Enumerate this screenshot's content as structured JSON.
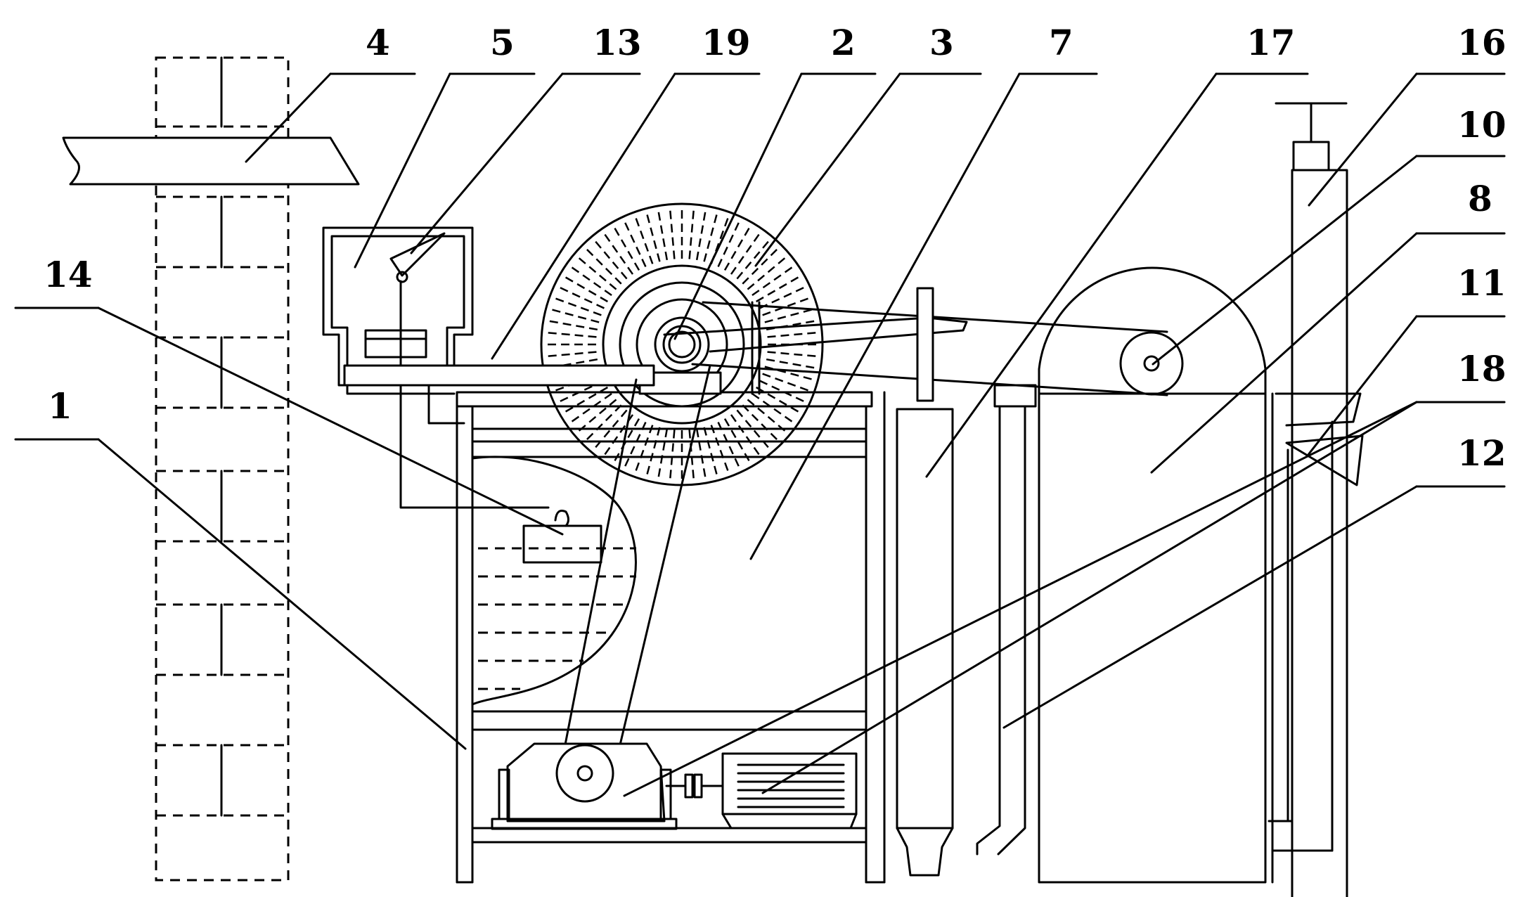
{
  "figure": {
    "callouts": [
      {
        "id": "c4",
        "text": "4"
      },
      {
        "id": "c5",
        "text": "5"
      },
      {
        "id": "c13",
        "text": "13"
      },
      {
        "id": "c19",
        "text": "19"
      },
      {
        "id": "c2",
        "text": "2"
      },
      {
        "id": "c3",
        "text": "3"
      },
      {
        "id": "c7",
        "text": "7"
      },
      {
        "id": "c17",
        "text": "17"
      },
      {
        "id": "c16",
        "text": "16"
      },
      {
        "id": "c10",
        "text": "10"
      },
      {
        "id": "c8",
        "text": "8"
      },
      {
        "id": "c11",
        "text": "11"
      },
      {
        "id": "c18",
        "text": "18"
      },
      {
        "id": "c12",
        "text": "12"
      },
      {
        "id": "c14",
        "text": "14"
      },
      {
        "id": "c1",
        "text": "1"
      }
    ]
  }
}
